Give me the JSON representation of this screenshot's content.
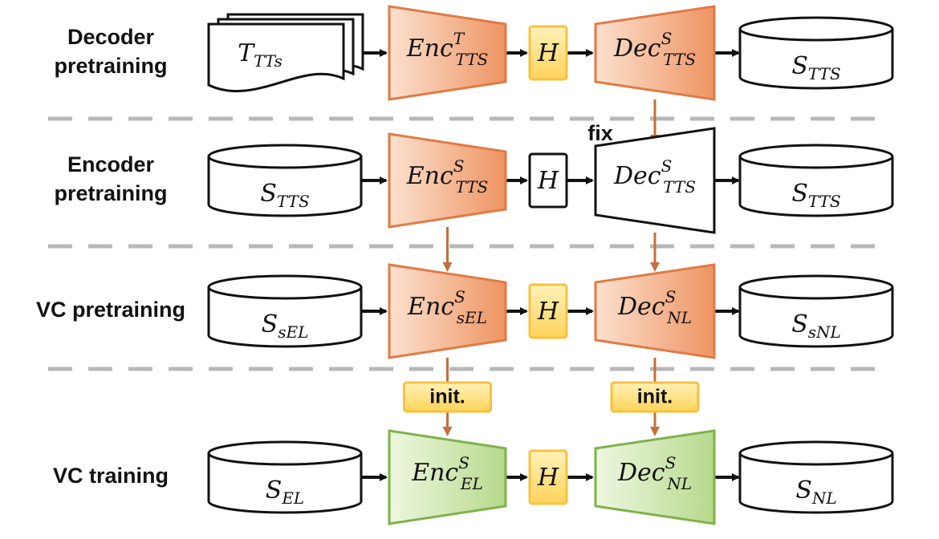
{
  "rows": [
    {
      "label_lines": [
        "Decoder",
        "pretraining"
      ],
      "input": {
        "shape": "document",
        "main": "T",
        "sub": "TTs"
      },
      "encoder": {
        "main": "Enc",
        "sup": "T",
        "sub": "TTS",
        "style": "orange"
      },
      "hidden": {
        "text": "H",
        "style": "yellow"
      },
      "decoder": {
        "main": "Dec",
        "sup": "S",
        "sub": "TTS",
        "style": "orange"
      },
      "output": {
        "main": "S",
        "sub": "TTS"
      }
    },
    {
      "label_lines": [
        "Encoder",
        "pretraining"
      ],
      "input": {
        "shape": "cylinder",
        "main": "S",
        "sub": "TTS"
      },
      "encoder": {
        "main": "Enc",
        "sup": "S",
        "sub": "TTS",
        "style": "orange"
      },
      "hidden": {
        "text": "H",
        "style": "white"
      },
      "decoder": {
        "main": "Dec",
        "sup": "S",
        "sub": "TTS",
        "style": "white"
      },
      "output": {
        "main": "S",
        "sub": "TTS"
      }
    },
    {
      "label_lines": [
        "VC pretraining"
      ],
      "input": {
        "shape": "cylinder",
        "main": "S",
        "sub": "sEL"
      },
      "encoder": {
        "main": "Enc",
        "sup": "S",
        "sub": "sEL",
        "style": "orange"
      },
      "hidden": {
        "text": "H",
        "style": "yellow"
      },
      "decoder": {
        "main": "Dec",
        "sup": "S",
        "sub": "NL",
        "style": "orange"
      },
      "output": {
        "main": "S",
        "sub": "sNL"
      }
    },
    {
      "label_lines": [
        "VC training"
      ],
      "input": {
        "shape": "cylinder",
        "main": "S",
        "sub": "EL"
      },
      "encoder": {
        "main": "Enc",
        "sup": "S",
        "sub": "EL",
        "style": "green"
      },
      "hidden": {
        "text": "H",
        "style": "yellow"
      },
      "decoder": {
        "main": "Dec",
        "sup": "S",
        "sub": "NL",
        "style": "green"
      },
      "output": {
        "main": "S",
        "sub": "NL"
      }
    }
  ],
  "annotations": {
    "fix": "fix",
    "init_left": "init.",
    "init_right": "init."
  },
  "colors": {
    "orange_fill": "#f2a77a",
    "orange_stroke": "#e07a45",
    "green_fill": "#c9e3a6",
    "green_stroke": "#7fb24a",
    "yellow_fill": "#ffe07a",
    "yellow_stroke": "#f5c242",
    "link_arrow": "#c0703a",
    "divider": "#b8b8b8"
  }
}
